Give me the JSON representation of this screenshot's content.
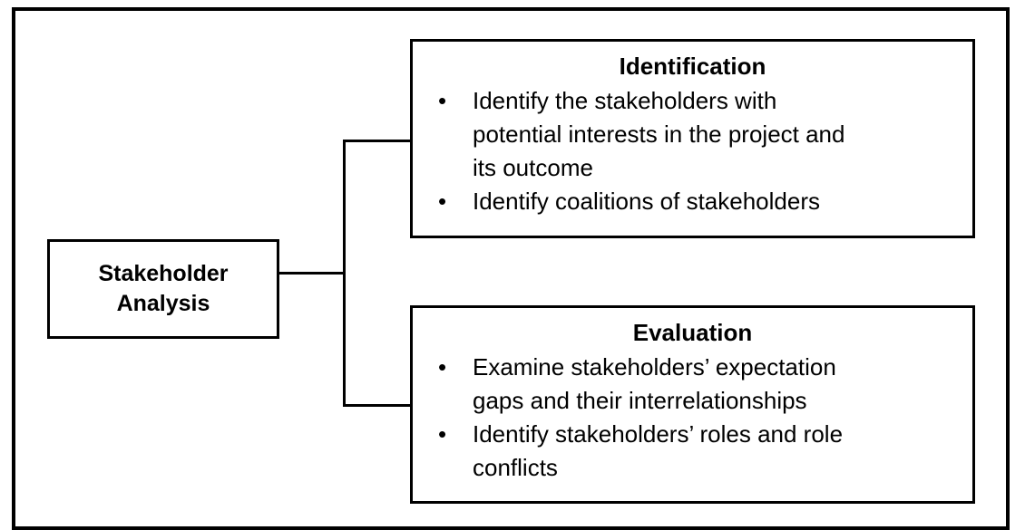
{
  "diagram": {
    "title": "Stakeholder Analysis diagram",
    "bullet_glyph": "•",
    "colors": {
      "line": "#000000",
      "text": "#000000",
      "background": "#ffffff"
    },
    "root": {
      "label_lines": [
        "Stakeholder",
        "Analysis"
      ]
    },
    "branches": [
      {
        "title": "Identification",
        "bullets": [
          [
            "Identify the stakeholders with",
            "potential interests in the project and",
            "its outcome"
          ],
          [
            "Identify coalitions of stakeholders"
          ]
        ]
      },
      {
        "title": "Evaluation",
        "bullets": [
          [
            "Examine stakeholders’ expectation",
            "gaps and their interrelationships"
          ],
          [
            "Identify stakeholders’ roles and role",
            "conflicts"
          ]
        ]
      }
    ]
  }
}
